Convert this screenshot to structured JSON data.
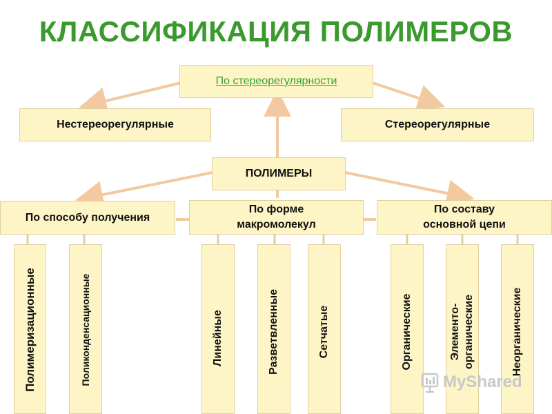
{
  "title": "КЛАССИФИКАЦИЯ ПОЛИМЕРОВ",
  "colors": {
    "title": "#3a9a2e",
    "box_fill": "#fdf5c6",
    "box_border": "#e3cf9e",
    "connector": "#f2c9a0",
    "link_text": "#34a030"
  },
  "stereo": {
    "header": "По стереорегулярности",
    "left": "Нестереорегулярные",
    "right": "Стереорегулярные"
  },
  "root": "ПОЛИМЕРЫ",
  "categories": {
    "method": "По способу получения",
    "form_line1": "По форме",
    "form_line2": "макромолекул",
    "composition_line1": "По составу",
    "composition_line2": "основной цепи"
  },
  "leaves": {
    "polymerization": "Полимеризационные",
    "polycondensation": "Поликонденсационные",
    "linear": "Линейные",
    "branched": "Разветвленные",
    "network": "Сетчатые",
    "organic": "Органические",
    "elementoorganic_line1": "Элементо-",
    "elementoorganic_line2": "органические",
    "inorganic": "Неорганические"
  },
  "watermark": "MyShared"
}
